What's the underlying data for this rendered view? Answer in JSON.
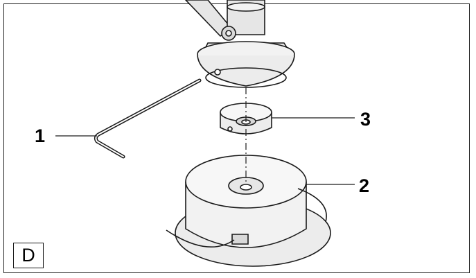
{
  "figure": {
    "letter": "D",
    "callouts": {
      "allen_key": "1",
      "trimmer_head": "2",
      "thrust_washer": "3"
    }
  },
  "colors": {
    "line": "#1a1a1a",
    "shade": "#e6e6e6",
    "light_shade": "#f2f2f2",
    "background": "#ffffff"
  }
}
